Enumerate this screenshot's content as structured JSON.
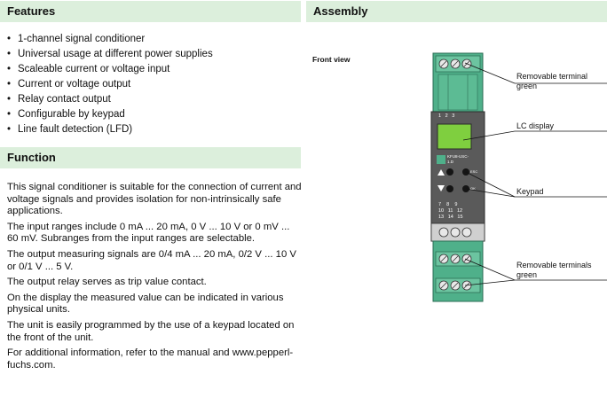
{
  "features": {
    "title": "Features",
    "items": [
      "1-channel signal conditioner",
      "Universal usage at different power supplies",
      "Scaleable current or voltage input",
      "Current or voltage output",
      "Relay contact output",
      "Configurable by keypad",
      "Line fault detection (LFD)"
    ]
  },
  "function": {
    "title": "Function",
    "paragraphs": [
      "This signal conditioner is suitable for the connection of current and voltage signals and provides isolation for non-intrinsically safe applications.",
      "The input ranges include 0 mA ... 20 mA, 0 V ... 10 V or 0 mV ... 60 mV. Subranges from the input ranges are selectable.",
      "The output measuring signals are 0/4 mA ... 20 mA, 0/2 V ... 10 V or 0/1 V ... 5 V.",
      "The output relay serves as trip value contact.",
      "On the display the measured value can be indicated in various physical units.",
      "The unit is easily programmed by the use of a keypad located on the front of the unit.",
      "For additional information, refer to the manual and www.pepperl-fuchs.com."
    ]
  },
  "assembly": {
    "title": "Assembly",
    "front_view": "Front view",
    "callouts": {
      "terminal_top_line1": "Removable terminal",
      "terminal_top_line2": "green",
      "lc_display": "LC display",
      "keypad": "Keypad",
      "terminals_bottom_line1": "Removable terminals",
      "terminals_bottom_line2": "green"
    },
    "device": {
      "terminals_top": "1   2   3",
      "model_line1": "KFU8-USC-",
      "model_line2": "1.D",
      "key_esc": "ESC",
      "key_ok": "OK",
      "terminals_row1": "7    8    9",
      "terminals_row2": "10   11   12",
      "terminals_row3": "13   14   15"
    }
  },
  "colors": {
    "header_bg": "#dcefdc",
    "terminal_green": "#4fb08a",
    "lcd_green": "#7fcf3f",
    "device_body": "#5a5a5a"
  }
}
